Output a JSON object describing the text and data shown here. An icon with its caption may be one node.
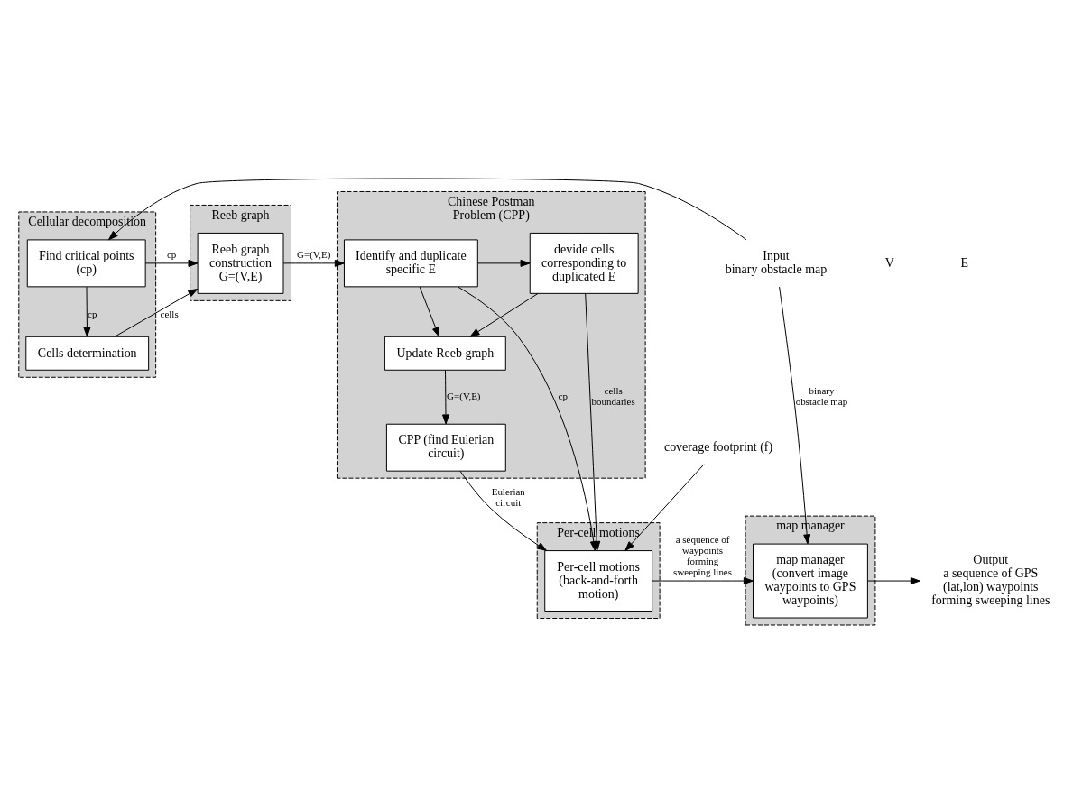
{
  "diagram": {
    "nodes": [
      {
        "text": [
          "Cellular decomposition"
        ]
      },
      {
        "text": [
          "Find critical points (cp)"
        ],
        "in": 0
      },
      {
        "text": [
          "Cells determination"
        ],
        "in": 0
      },
      {
        "text": [
          "Reeb graph"
        ]
      },
      {
        "text": [
          "Reeb graph construction",
          "G=(V,E)"
        ],
        "in": 3
      },
      {
        "text": [
          "Chinese Postman Problem (CPP)"
        ]
      },
      {
        "text": [
          "Identify and duplicate specific E"
        ],
        "in": 5
      },
      {
        "text": [
          "devide cells corresponding to duplicated E"
        ],
        "in": 5
      },
      {
        "text": [
          "Update Reeb graph"
        ],
        "in": 5
      },
      {
        "text": [
          "CPP (find Eulerian circuit)"
        ],
        "in": 5
      },
      {
        "text": [
          "map manager"
        ]
      },
      {
        "text": [
          "map manager",
          "(convert image waypoints to GPS waypoints)"
        ],
        "in": 10
      },
      {
        "text": [
          "Per-cell motions"
        ]
      },
      {
        "text": [
          "Per-cell motions (back-and-forth motion)"
        ],
        "in": 12
      },
      {
        "text": [
          "Input",
          "binary obstacle map"
        ]
      },
      {
        "text": [
          "Output",
          "a sequence of GPS (lat,lon) waypoints forming sweeping lines"
        ]
      },
      {
        "text": [
          "coverage footprint (f)"
        ]
      }
    ],
    "edges": [
      {
        "from": 14,
        "to": 1,
        "arrow": "to"
      },
      {
        "from": 14,
        "to": 11,
        "arrow": "to",
        "label": "binary obstacle map"
      },
      {
        "from": 1,
        "to": 4,
        "arrow": "to",
        "label": "cp"
      },
      {
        "from": 1,
        "to": 2,
        "arrow": "to",
        "label": "cp"
      },
      {
        "from": 2,
        "to": 4,
        "arrow": "to",
        "label": "cells"
      },
      {
        "from": 4,
        "to": 6,
        "arrow": "to",
        "label": "G=(V,E)"
      },
      {
        "from": 6,
        "to": 7,
        "arrow": "to"
      },
      {
        "from": 6,
        "to": 8,
        "arrow": "to"
      },
      {
        "from": 7,
        "to": 8,
        "arrow": "to"
      },
      {
        "from": 8,
        "to": 9,
        "arrow": "to",
        "label": "G=(V,E)"
      },
      {
        "from": 6,
        "to": 13,
        "arrow": "to",
        "label": "cp"
      },
      {
        "from": 9,
        "to": 13,
        "arrow": "to",
        "label": "Eulerian circuit"
      },
      {
        "from": 7,
        "to": 13,
        "arrow": "to",
        "label": "cells boundaries"
      },
      {
        "from": 16,
        "to": 13,
        "arrow": "to"
      },
      {
        "from": 13,
        "to": 11,
        "arrow": "to",
        "label": "a sequence of waypoints forming sweeping lines"
      },
      {
        "from": 11,
        "to": 15,
        "arrow": "to"
      }
    ],
    "labels": [
      "V",
      "E"
    ]
  }
}
